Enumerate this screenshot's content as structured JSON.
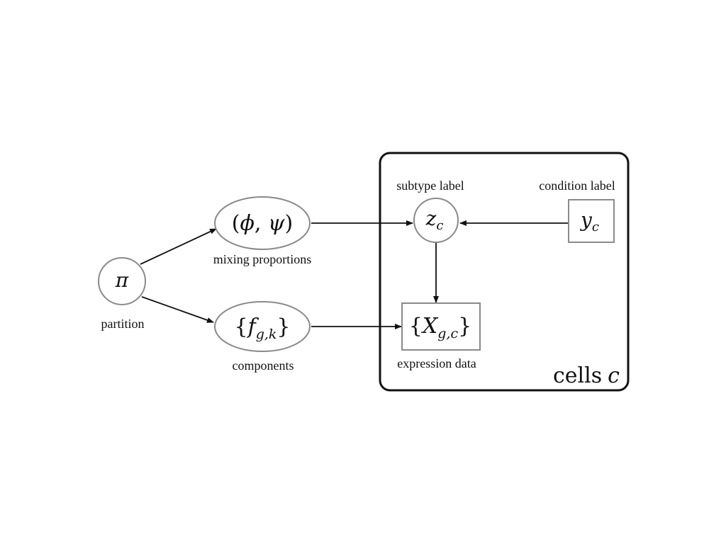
{
  "plate": {
    "label": "cells",
    "variable": "c"
  },
  "nodes": {
    "pi": {
      "symbol": "π",
      "label": "partition"
    },
    "mixing": {
      "open": "(",
      "phi": "ϕ",
      "comma": ", ",
      "psi": "ψ",
      "close": ")",
      "label": "mixing proportions"
    },
    "components": {
      "open": "{",
      "f": "f",
      "sub": "g,k",
      "close": "}",
      "label": "components"
    },
    "z": {
      "base": "z",
      "sub": "c",
      "label": "subtype label"
    },
    "y": {
      "base": "y",
      "sub": "c",
      "label": "condition label"
    },
    "x": {
      "open": "{",
      "base": "X",
      "sub": "g,c",
      "close": "}",
      "label": "expression data"
    }
  }
}
